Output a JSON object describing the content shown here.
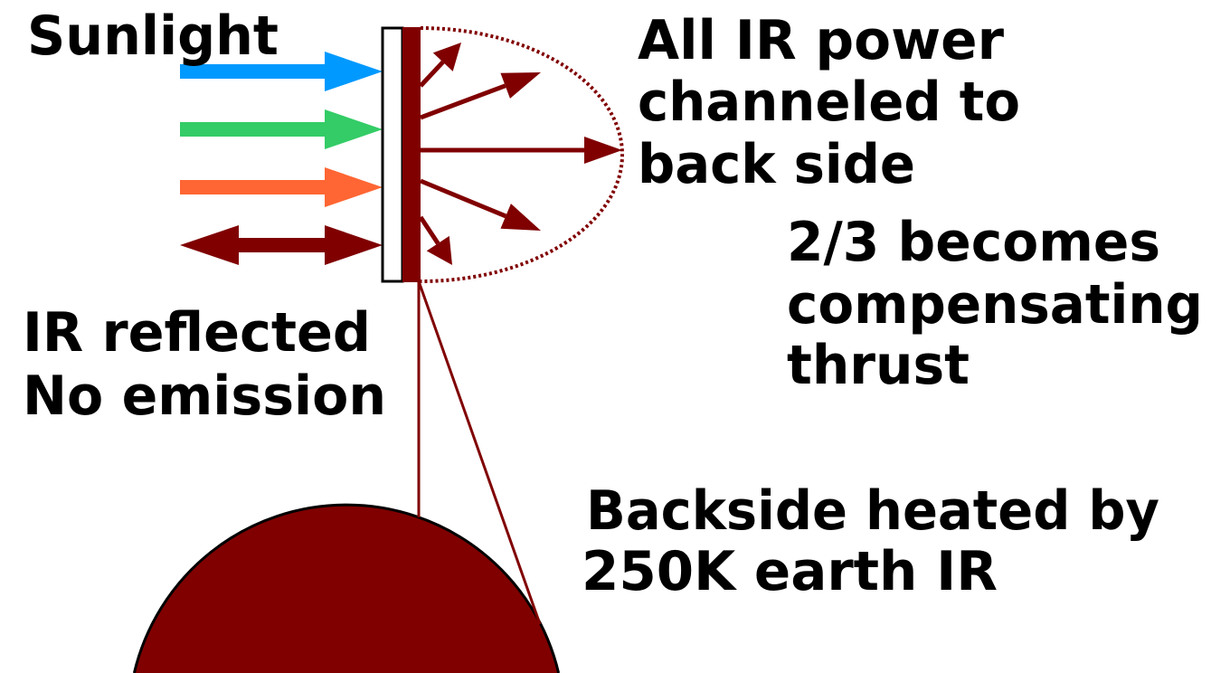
{
  "labels": {
    "sunlight": "Sunlight",
    "ir_channeled": [
      "All IR power",
      "channeled to",
      "back side"
    ],
    "compensating": [
      "2/3 becomes",
      "compensating",
      "thrust"
    ],
    "ir_reflected": [
      "IR reflected",
      "No emission"
    ],
    "backside": [
      "Backside heated by",
      "250K earth IR"
    ]
  },
  "colors": {
    "blue_ray": "#0099ff",
    "green_ray": "#33cc66",
    "orange_ray": "#ff6633",
    "ir_dark_red": "#800000"
  }
}
